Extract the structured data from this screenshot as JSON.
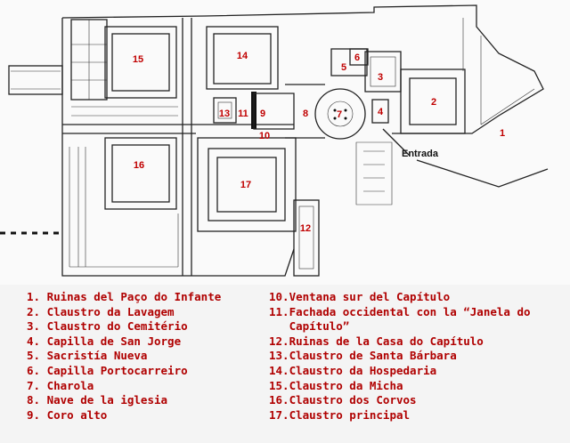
{
  "plan": {
    "labels": {
      "n1": "1",
      "n2": "2",
      "n3": "3",
      "n4": "4",
      "n5": "5",
      "n6": "6",
      "n7": "7",
      "n8": "8",
      "n9": "9",
      "n10": "10",
      "n11": "11",
      "n12": "12",
      "n13": "13",
      "n14": "14",
      "n15": "15",
      "n16": "16",
      "n17": "17"
    },
    "entrance": "Entrada"
  },
  "legend": {
    "col1": [
      "1. Ruinas del Paço do Infante",
      "2. Claustro da Lavagem",
      "3. Claustro do Cemitério",
      "4. Capilla de San Jorge",
      "5. Sacristía Nueva",
      "6. Capilla Portocarreiro",
      "7. Charola",
      "8. Nave de la iglesia",
      "9. Coro alto"
    ],
    "col2": [
      "10.Ventana sur del Capítulo",
      "11.Fachada occidental con la “Janela do\n   Capítulo”",
      "12.Ruinas de la Casa do Capítulo",
      "13.Claustro de Santa Bárbara",
      "14.Claustro da Hospedaria",
      "15.Claustro da Micha",
      "16.Claustro dos Corvos",
      "17.Claustro principal"
    ]
  }
}
